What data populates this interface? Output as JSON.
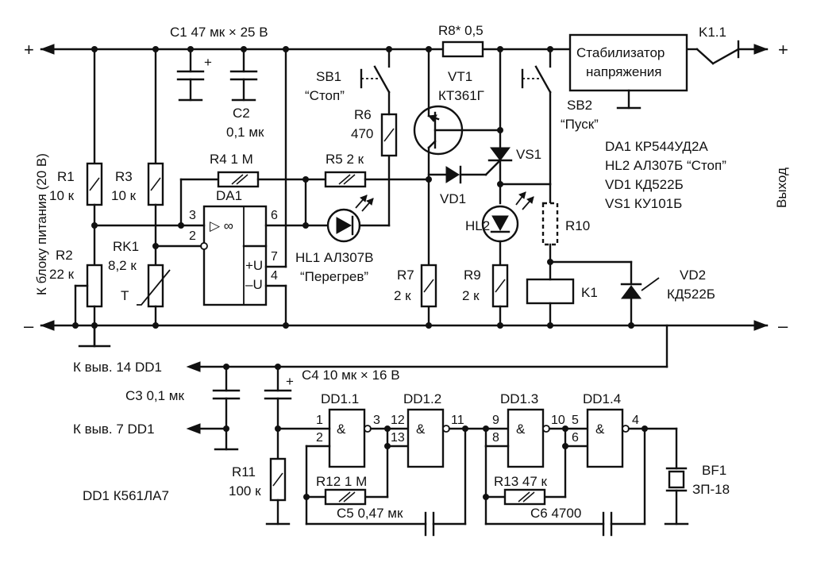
{
  "rails": {
    "plus_left": "+",
    "plus_right": "+",
    "minus_left": "–",
    "minus_right": "–"
  },
  "side_labels": {
    "left": "К блоку питания (20 В)",
    "right": "Выход"
  },
  "components": {
    "c1": "С1 47 мк × 25 В",
    "c1_pol": "+",
    "c2_name": "С2",
    "c2_val": "0,1 мк",
    "r1_name": "R1",
    "r1_val": "10 к",
    "r2_name": "R2",
    "r2_val": "22 к",
    "r3_name": "R3",
    "r3_val": "10 к",
    "rk1_name": "RK1",
    "rk1_val": "8,2 к",
    "rk1_t": "T",
    "r4": "R4 1 M",
    "r5": "R5 2 к",
    "r6_name": "R6",
    "r6_val": "470",
    "sb1_name": "SB1",
    "sb1_val": "“Стоп”",
    "r8": "R8* 0,5",
    "vt1_name": "VT1",
    "vt1_val": "КТ361Г",
    "sb2_name": "SB2",
    "sb2_val": "“Пуск”",
    "stab_line1": "Стабилизатор",
    "stab_line2": "напряжения",
    "k11": "K1.1",
    "vs1": "VS1",
    "vd1": "VD1",
    "hl2": "HL2",
    "r10": "R10",
    "da1": "DA1",
    "da1_pins": {
      "p3": "3",
      "p2": "2",
      "p6": "6",
      "p7": "7",
      "p4": "4",
      "inf": "▷ ∞",
      "vplus": "+U",
      "vminus": "–U"
    },
    "hl1_name": "HL1 АЛ307В",
    "hl1_val": "“Перегрев”",
    "r7_name": "R7",
    "r7_val": "2 к",
    "r9_name": "R9",
    "r9_val": "2 к",
    "k1": "K1",
    "vd2_name": "VD2",
    "vd2_val": "КД522Б",
    "notes": [
      "DA1 КР544УД2А",
      "HL2 АЛ307Б “Стоп”",
      "VD1 КД522Б",
      "VS1 КУ101Б"
    ],
    "to14": "К выв. 14 DD1",
    "to7": "К выв. 7 DD1",
    "c3": "С3 0,1 мк",
    "c4": "С4 10 мк × 16 В",
    "c4_pol": "+",
    "r11_name": "R11",
    "r11_val": "100 к",
    "dd1": "DD1 К561ЛА7",
    "gates": [
      {
        "name": "DD1.1",
        "sym": "&",
        "in1": "1",
        "in2": "2",
        "out": "3"
      },
      {
        "name": "DD1.2",
        "sym": "&",
        "in1": "12",
        "in2": "13",
        "out": "11"
      },
      {
        "name": "DD1.3",
        "sym": "&",
        "in1": "9",
        "in2": "8",
        "out": "10"
      },
      {
        "name": "DD1.4",
        "sym": "&",
        "in1": "5",
        "in2": "6",
        "out": "4"
      }
    ],
    "r12": "R12 1 M",
    "r13": "R13 47 к",
    "c5": "С5 0,47 мк",
    "c6": "С6 4700",
    "bf1_name": "BF1",
    "bf1_val": "ЗП-18"
  }
}
